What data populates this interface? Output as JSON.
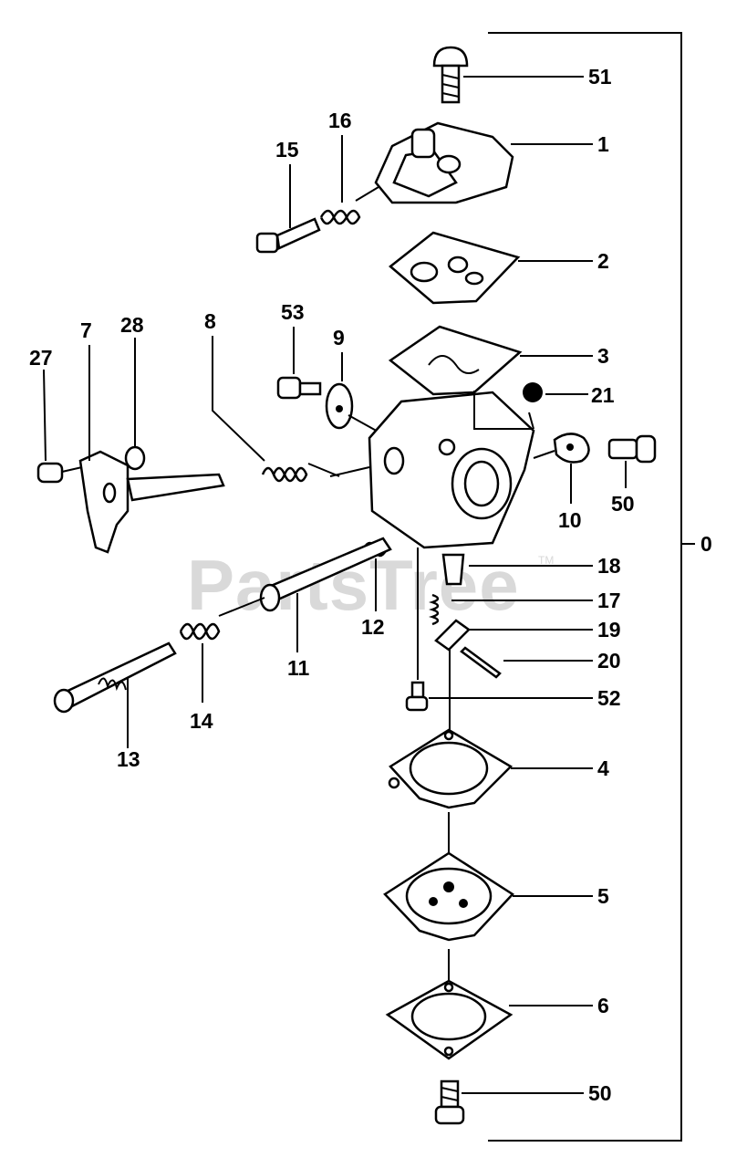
{
  "watermark": {
    "text": "PartsTree",
    "trademark": "TM"
  },
  "assembly_label": "0",
  "callouts": {
    "c51a": "51",
    "c1": "1",
    "c15": "15",
    "c16": "16",
    "c2": "2",
    "c53": "53",
    "c9": "9",
    "c8": "8",
    "c7": "7",
    "c28": "28",
    "c27": "27",
    "c3": "3",
    "c21": "21",
    "c10": "10",
    "c50a": "50",
    "c18": "18",
    "c17": "17",
    "c19": "19",
    "c20": "20",
    "c52": "52",
    "c11": "11",
    "c12": "12",
    "c14": "14",
    "c13": "13",
    "c4": "4",
    "c5": "5",
    "c6": "6",
    "c50b": "50"
  }
}
